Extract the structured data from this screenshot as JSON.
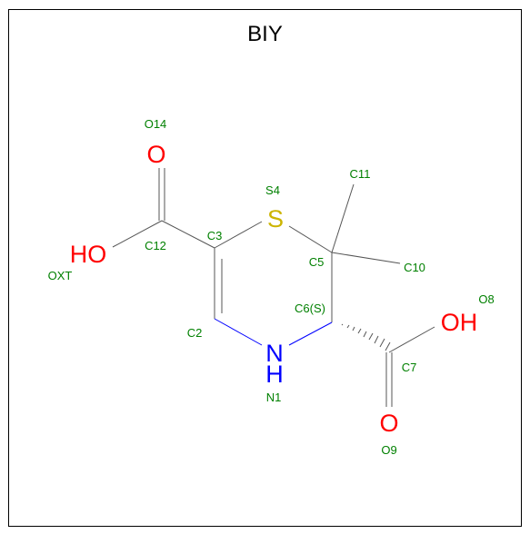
{
  "title": "BIY",
  "colors": {
    "bond": "#555555",
    "oxygen": "#ff0000",
    "nitrogen": "#0000ff",
    "sulfur": "#ccb400",
    "label": "#008000"
  },
  "atoms": {
    "s": "S",
    "n": "N",
    "nh": "H",
    "o14": "O",
    "ho": "HO",
    "oh": "OH",
    "o9": "O"
  },
  "labels": {
    "O14": "O14",
    "S4": "S4",
    "C11": "C11",
    "C3": "C3",
    "C12": "C12",
    "C5": "C5",
    "C10": "C10",
    "OXT": "OXT",
    "O8": "O8",
    "C6": "C6(S)",
    "C2": "C2",
    "C7": "C7",
    "N1": "N1",
    "O9": "O9"
  }
}
